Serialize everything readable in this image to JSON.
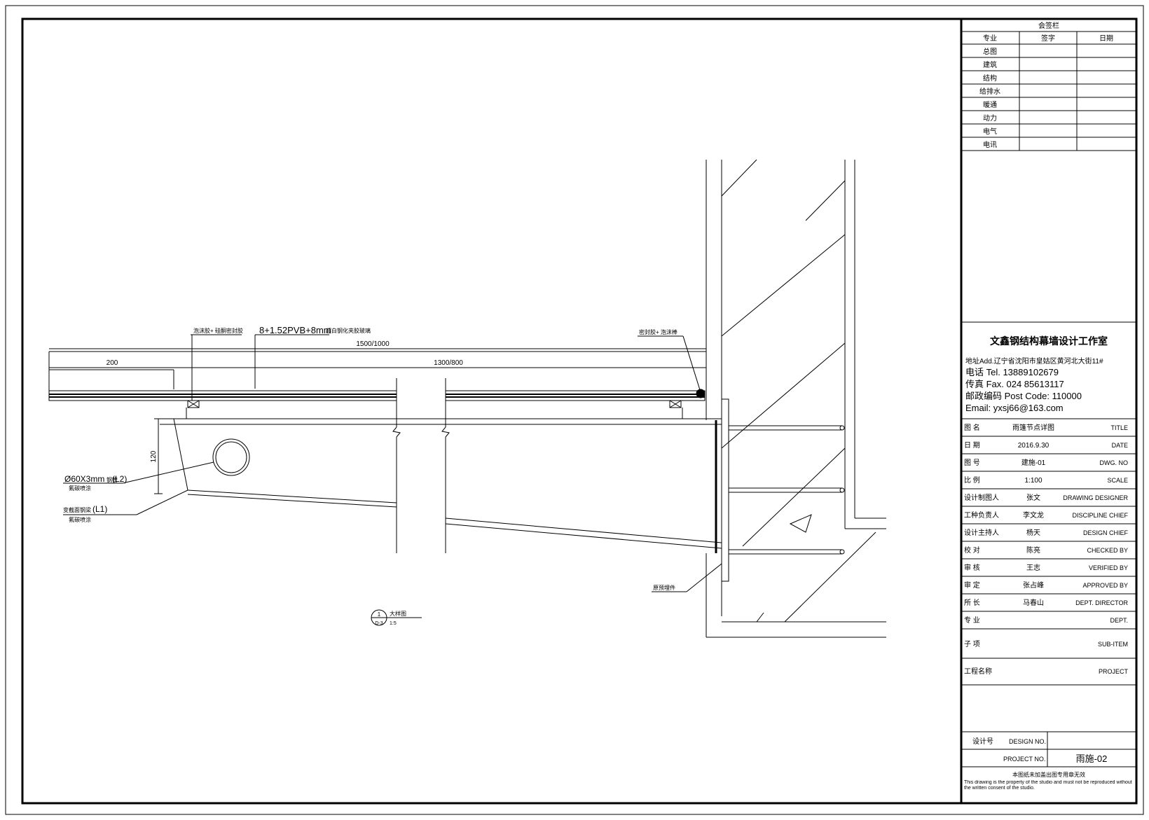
{
  "drawing": {
    "dims": {
      "overall": "1500/1000",
      "span": "1300/800",
      "left": "200",
      "height": "120"
    },
    "callouts": {
      "glass": "8+1.52PVB+8mm",
      "glass_cn": "超白钢化夹胶玻璃",
      "pad_top": "泡沫胶+ 硅酮密封胶",
      "seal_right": "密封胶+ 泡沫棒",
      "tube": "Ø60X3mm",
      "tube_cn": "钢管",
      "tube_tag": "(L2)",
      "tube_note": "氟碳喷涂",
      "beam_cn": "变截面钢梁",
      "beam_tag": "(L1)",
      "beam_note": "氟碳喷涂",
      "embed": "原预埋件"
    },
    "detail_tag": {
      "number": "1",
      "sheet": "D-3",
      "title": "大样图",
      "scale": "1:5"
    }
  },
  "titleblock": {
    "countersign": {
      "title": "会签栏",
      "header": [
        "专业",
        "签字",
        "日期"
      ],
      "rows": [
        "总图",
        "建筑",
        "结构",
        "给排水",
        "暖通",
        "动力",
        "电气",
        "电讯"
      ]
    },
    "studio": {
      "name": "文鑫钢结构幕墙设计工作室",
      "address": "地址Add.辽宁省沈阳市皇姑区黄河北大街11#",
      "tel": "电话 Tel. 13889102679",
      "fax": "传真 Fax. 024 85613117",
      "post": "邮政编码 Post Code: 110000",
      "email": "Email: yxsj66@163.com"
    },
    "info": [
      {
        "label": "图 名",
        "value": "雨篷节点详图",
        "en": "TITLE"
      },
      {
        "label": "日 期",
        "value": "2016.9.30",
        "en": "DATE"
      },
      {
        "label": "图 号",
        "value": "建施-01",
        "en": "DWG. NO"
      },
      {
        "label": "比 例",
        "value": "1:100",
        "en": "SCALE"
      },
      {
        "label": "设计制图人",
        "value": "张文",
        "en": "DRAWING DESIGNER"
      },
      {
        "label": "工种负责人",
        "value": "李文龙",
        "en": "DISCIPLINE CHIEF"
      },
      {
        "label": "设计主持人",
        "value": "杨天",
        "en": "DESIGN CHIEF"
      },
      {
        "label": "校 对",
        "value": "陈亮",
        "en": "CHECKED BY"
      },
      {
        "label": "审 核",
        "value": "王志",
        "en": "VERIFIED BY"
      },
      {
        "label": "审 定",
        "value": "张占峰",
        "en": "APPROVED BY"
      },
      {
        "label": "所 长",
        "value": "马春山",
        "en": "DEPT. DIRECTOR"
      },
      {
        "label": "专 业",
        "value": "",
        "en": "DEPT."
      },
      {
        "label": "子 项",
        "value": "",
        "en": "SUB-ITEM"
      },
      {
        "label": "工程名称",
        "value": "",
        "en": "PROJECT"
      }
    ],
    "footer": {
      "design_no_label": "设计号",
      "design_no_en": "DESIGN NO.",
      "project_no_en": "PROJECT NO.",
      "sheet_no": "雨施-02",
      "seal_note": "本图纸未加盖出图专用章无效",
      "copyright": "This drawing is the property of the studio and must not be reproduced without the written consent of the studio."
    }
  }
}
